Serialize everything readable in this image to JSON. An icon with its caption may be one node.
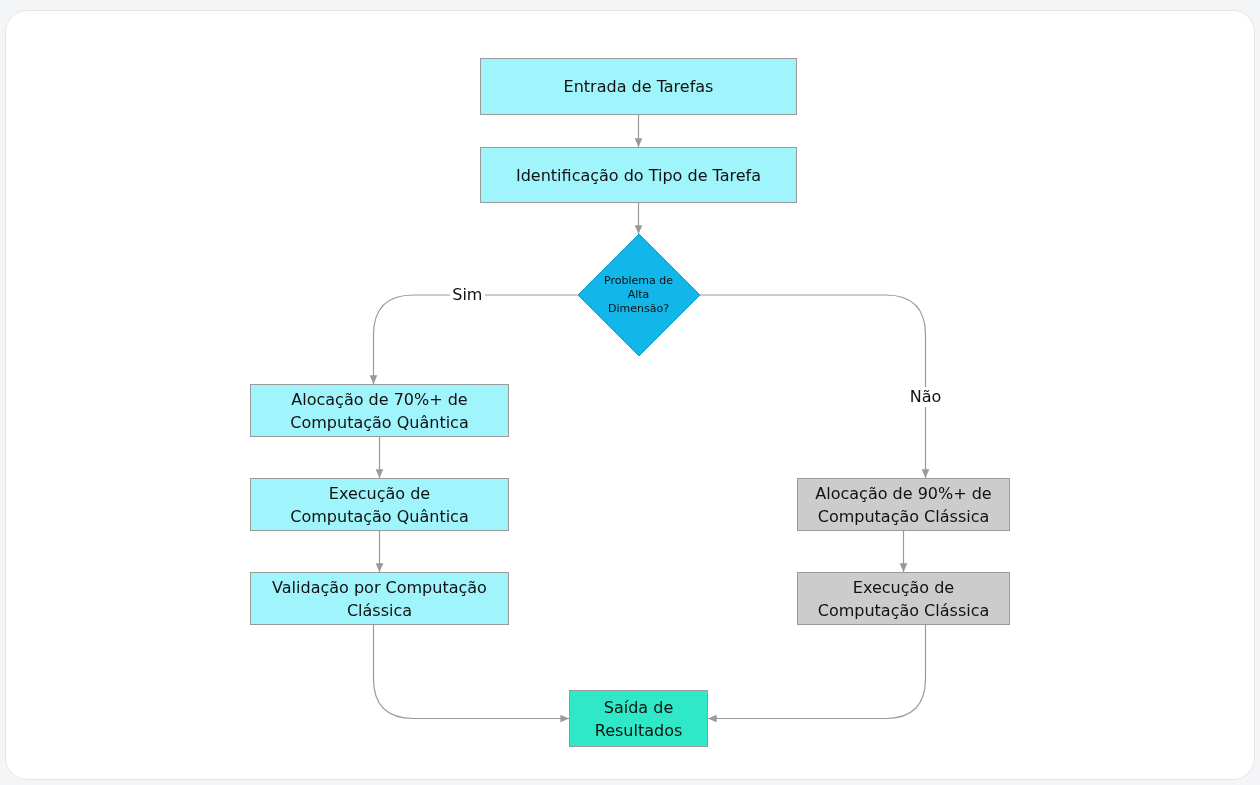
{
  "diagram": {
    "nodes": [
      {
        "text": [
          "Entrada de Tarefas"
        ]
      },
      {
        "text": [
          "Identificação do Tipo de Tarefa"
        ]
      },
      {
        "text": [
          "Problema de Alta Dimensão?"
        ]
      },
      {
        "text": [
          "Alocação de 70%+ de Computação Quântica"
        ]
      },
      {
        "text": [
          "Execução de Computação Quântica"
        ]
      },
      {
        "text": [
          "Validação por Computação Clássica"
        ]
      },
      {
        "text": [
          "Alocação de 90%+ de Computação Clássica"
        ]
      },
      {
        "text": [
          "Execução de Computação Clássica"
        ]
      },
      {
        "text": [
          "Saída de Resultados"
        ]
      }
    ],
    "edges": [
      {
        "from": 0,
        "to": 1,
        "arrow": "to"
      },
      {
        "from": 1,
        "to": 2,
        "arrow": "to"
      },
      {
        "from": 2,
        "to": 3,
        "arrow": "to",
        "label": "Sim"
      },
      {
        "from": 2,
        "to": 6,
        "arrow": "to",
        "label": "Não"
      },
      {
        "from": 3,
        "to": 4,
        "arrow": "to"
      },
      {
        "from": 4,
        "to": 5,
        "arrow": "to"
      },
      {
        "from": 5,
        "to": 8,
        "arrow": "to"
      },
      {
        "from": 6,
        "to": 7,
        "arrow": "to"
      },
      {
        "from": 7,
        "to": 8,
        "arrow": "to"
      }
    ]
  }
}
